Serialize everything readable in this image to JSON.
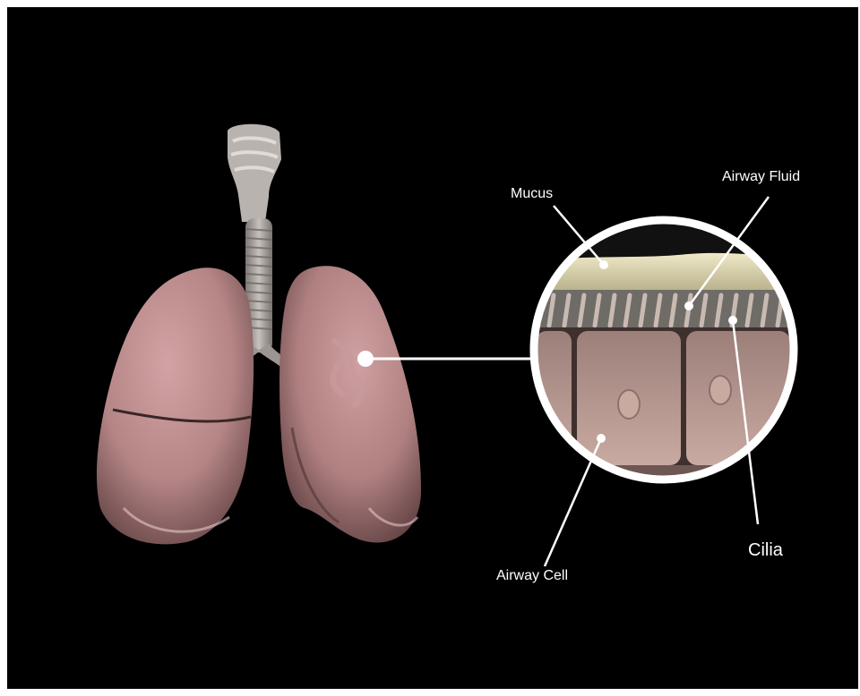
{
  "diagram": {
    "labels": {
      "mucus": "Mucus",
      "airway_fluid": "Airway Fluid",
      "cilia": "Cilia",
      "airway_cell": "Airway Cell"
    },
    "colors": {
      "background": "#000000",
      "lung": "#b9898a",
      "trachea": "#a9a3a0",
      "mucus": "#d8d2a8",
      "cell": "#b08f88",
      "leader": "#ffffff"
    },
    "icons": {
      "lungs": "lungs-illustration",
      "magnifier": "magnified-airway-circle"
    }
  }
}
